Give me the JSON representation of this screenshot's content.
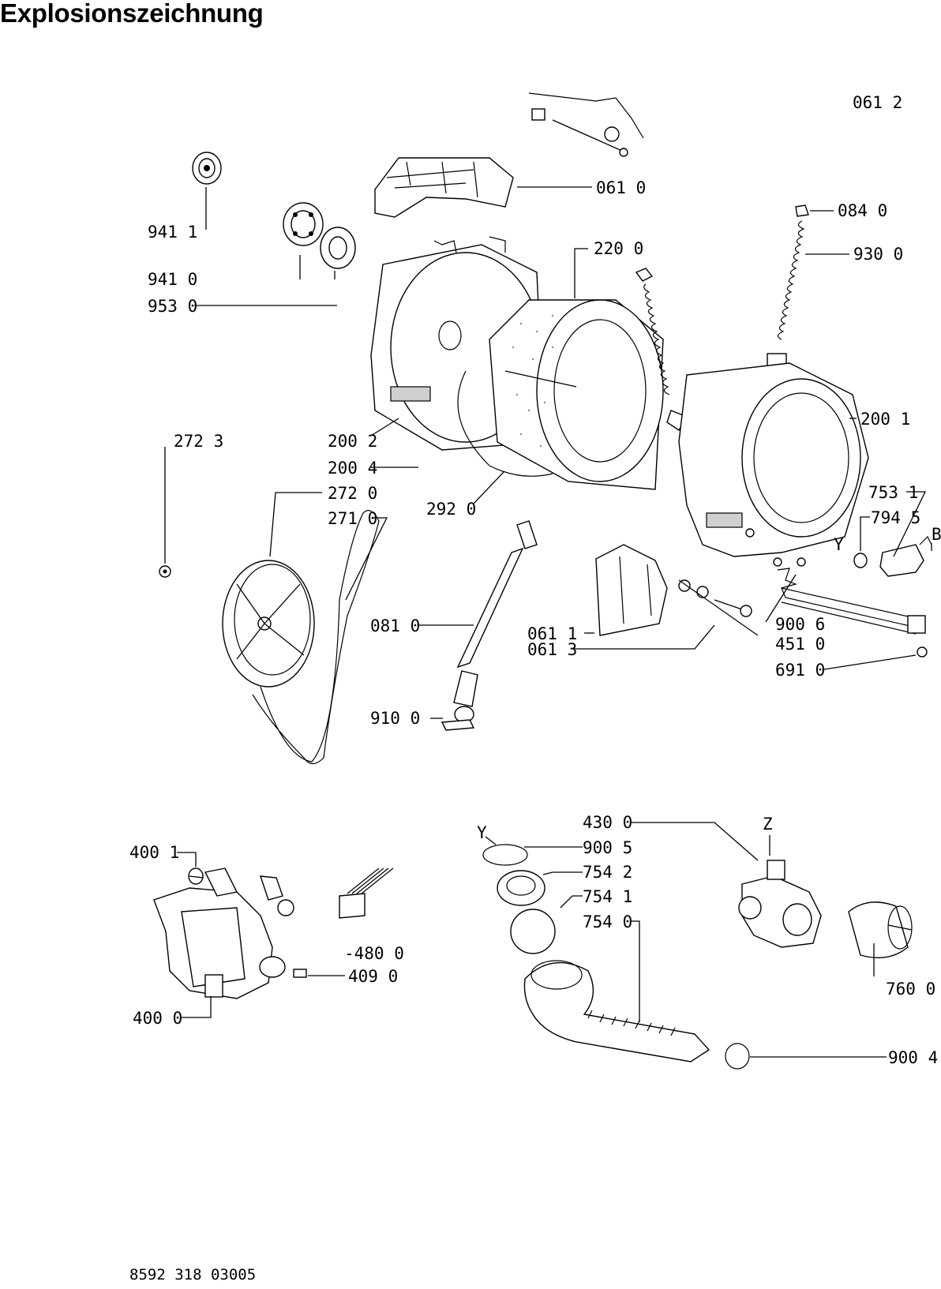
{
  "title": "Explosionszeichnung",
  "document_number": "8592 318 03005",
  "callouts": {
    "c0612": "061 2",
    "c0610": "061 0",
    "c9411": "941 1",
    "c0840": "084 0",
    "c2200": "220 0",
    "c9300": "930 0",
    "c9410": "941 0",
    "c9530": "953 0",
    "c2001": "200 1",
    "c2723": "272 3",
    "c2002": "200 2",
    "c2004": "200 4",
    "c2720": "272 0",
    "c2920": "292 0",
    "c2710": "271 0",
    "c7531": "753 1",
    "c7945": "794 5",
    "cB": "B",
    "cY1": "Y",
    "c0810": "081 0",
    "c0611": "061 1",
    "c0613": "061 3",
    "c9006": "900 6",
    "c4510": "451 0",
    "c6910": "691 0",
    "c9100": "910 0",
    "c4300": "430 0",
    "cZ": "Z",
    "cY2": "Y",
    "c9005": "900 5",
    "c4001": "400 1",
    "c7542": "754 2",
    "c7541": "754 1",
    "c7540": "754 0",
    "c4800": "-480 0",
    "c4090": "409 0",
    "c7600": "760 0",
    "c4000": "400 0",
    "c9004": "900 4"
  }
}
